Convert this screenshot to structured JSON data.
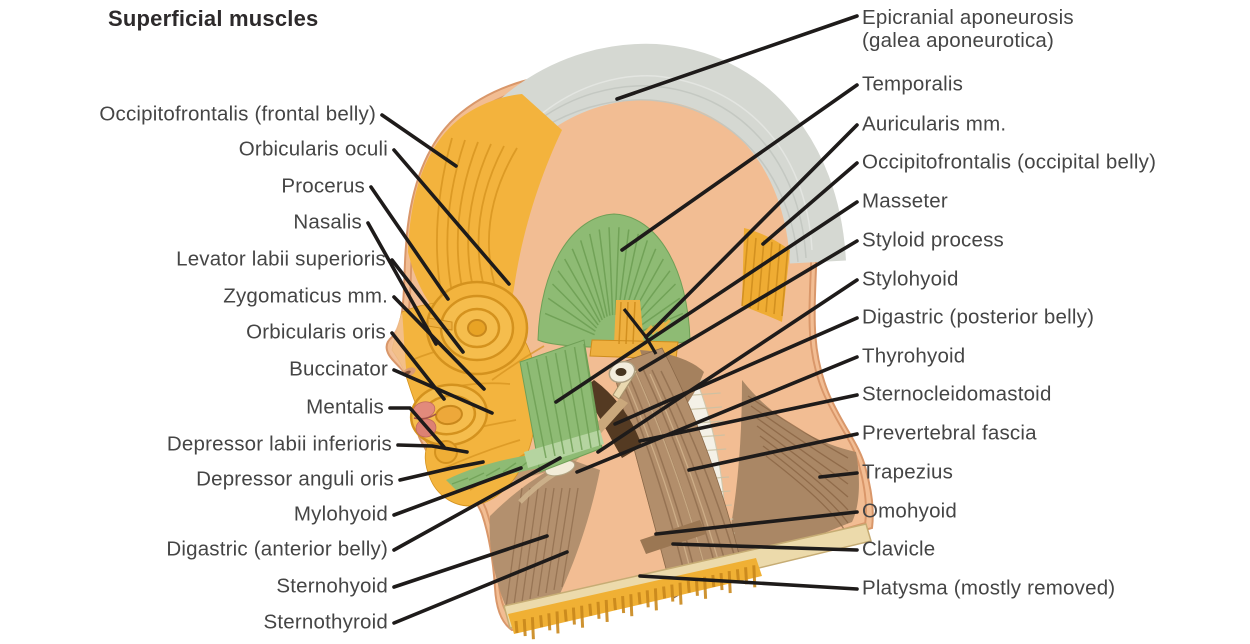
{
  "title": "Superficial muscles",
  "labels": {
    "left": [
      {
        "text": "Occipitofrontalis (frontal belly)"
      },
      {
        "text": "Orbicularis oculi"
      },
      {
        "text": "Procerus"
      },
      {
        "text": "Nasalis"
      },
      {
        "text": "Levator labii superioris"
      },
      {
        "text": "Zygomaticus mm."
      },
      {
        "text": "Orbicularis oris"
      },
      {
        "text": "Buccinator"
      },
      {
        "text": "Mentalis"
      },
      {
        "text": "Depressor labii inferioris"
      },
      {
        "text": "Depressor anguli oris"
      },
      {
        "text": "Mylohyoid"
      },
      {
        "text": "Digastric (anterior belly)"
      },
      {
        "text": "Sternohyoid"
      },
      {
        "text": "Sternothyroid"
      }
    ],
    "right": [
      {
        "text": "Epicranial aponeurosis\n(galea aponeurotica)"
      },
      {
        "text": "Temporalis"
      },
      {
        "text": "Auricularis mm."
      },
      {
        "text": "Occipitofrontalis (occipital belly)"
      },
      {
        "text": "Masseter"
      },
      {
        "text": "Styloid process"
      },
      {
        "text": "Stylohyoid"
      },
      {
        "text": "Digastric (posterior belly)"
      },
      {
        "text": "Thyrohyoid"
      },
      {
        "text": "Sternocleidomastoid"
      },
      {
        "text": "Prevertebral fascia"
      },
      {
        "text": "Trapezius"
      },
      {
        "text": "Omohyoid"
      },
      {
        "text": "Clavicle"
      },
      {
        "text": "Platysma (mostly removed)"
      }
    ]
  },
  "figure": {
    "description": "Lateral view of the head and neck showing superficial muscles"
  },
  "palette": {
    "background": "#ffffff",
    "leader_line": "#1e1b1a",
    "label_text": "#454545",
    "title_text": "#2d2a2b",
    "skin": "#f2bd93",
    "skin_edge": "#d9976a",
    "skull_bone": "#f4e9c8",
    "aponeurosis_gray": "#d5d8d2",
    "muscle_yellow": "#f3b33d",
    "muscle_yellow_dark": "#d4921e",
    "muscle_green": "#8ebb74",
    "muscle_green_dark": "#6d9e53",
    "neck_brown": "#b28e6b",
    "neck_brown_dark": "#8a6848",
    "deep_brown": "#543a22",
    "fascia_white": "#f4f1e7",
    "clavicle": "#ecdaab",
    "platysma_yellow": "#f0b034",
    "lips_pink": "#e28a7c"
  }
}
